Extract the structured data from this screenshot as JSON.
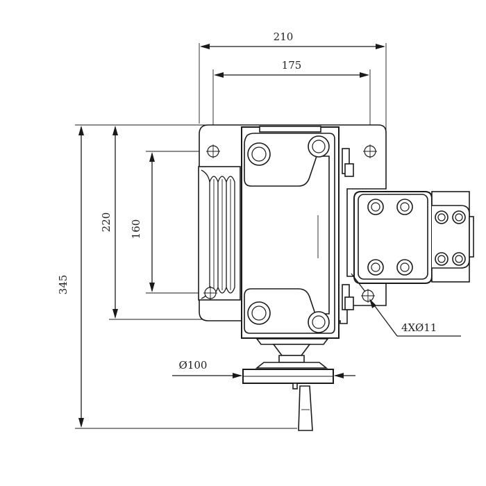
{
  "dimensions": {
    "overall_width": "210",
    "hole_span_width": "175",
    "overall_height": "345",
    "body_height": "220",
    "hole_span_height": "160",
    "handwheel_diameter": "Ø100",
    "mounting_holes": "4XØ11"
  },
  "colors": {
    "line": "#1a1a1a",
    "background": "#ffffff"
  }
}
